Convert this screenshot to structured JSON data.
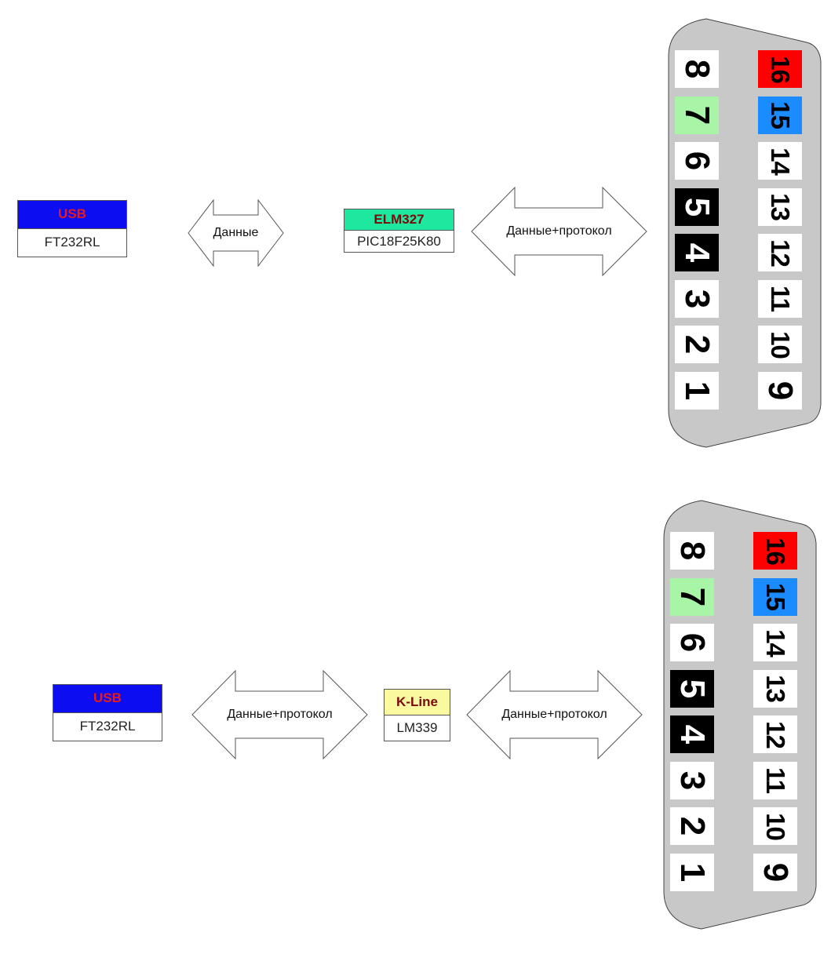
{
  "diagrams": [
    {
      "usb": {
        "top": "USB",
        "bottom": "FT232RL"
      },
      "arrow1": {
        "label": "Данные"
      },
      "chip": {
        "top": "ELM327",
        "bottom": "PIC18F25K80",
        "top_bg": "#1ee8a0",
        "top_color": "#7a0a0a"
      },
      "arrow2": {
        "label": "Данные+протокол"
      }
    },
    {
      "usb": {
        "top": "USB",
        "bottom": "FT232RL"
      },
      "arrow1": {
        "label": "Данные+протокол"
      },
      "chip": {
        "top": "K-Line",
        "bottom": "LM339",
        "top_bg": "#fbf9a0",
        "top_color": "#7a0a0a"
      },
      "arrow2": {
        "label": "Данные+протокол"
      }
    }
  ],
  "colors": {
    "usb_bg": "#0d0df2",
    "usb_text": "#e81a1a",
    "connector_shell": "#c8c8c8",
    "pin_default": "#ffffff",
    "pin_black": "#000000",
    "pin_green": "#a8f5a8",
    "pin_red": "#ff0000",
    "pin_blue": "#1a8cff"
  },
  "pins": {
    "left_column": [
      {
        "num": "8",
        "style": "white"
      },
      {
        "num": "7",
        "style": "green"
      },
      {
        "num": "6",
        "style": "white"
      },
      {
        "num": "5",
        "style": "black"
      },
      {
        "num": "4",
        "style": "black"
      },
      {
        "num": "3",
        "style": "white"
      },
      {
        "num": "2",
        "style": "white"
      },
      {
        "num": "1",
        "style": "white"
      }
    ],
    "right_column": [
      {
        "num": "16",
        "style": "red"
      },
      {
        "num": "15",
        "style": "blue"
      },
      {
        "num": "14",
        "style": "white"
      },
      {
        "num": "13",
        "style": "white"
      },
      {
        "num": "12",
        "style": "white"
      },
      {
        "num": "11",
        "style": "white"
      },
      {
        "num": "10",
        "style": "white"
      },
      {
        "num": "9",
        "style": "white"
      }
    ]
  }
}
